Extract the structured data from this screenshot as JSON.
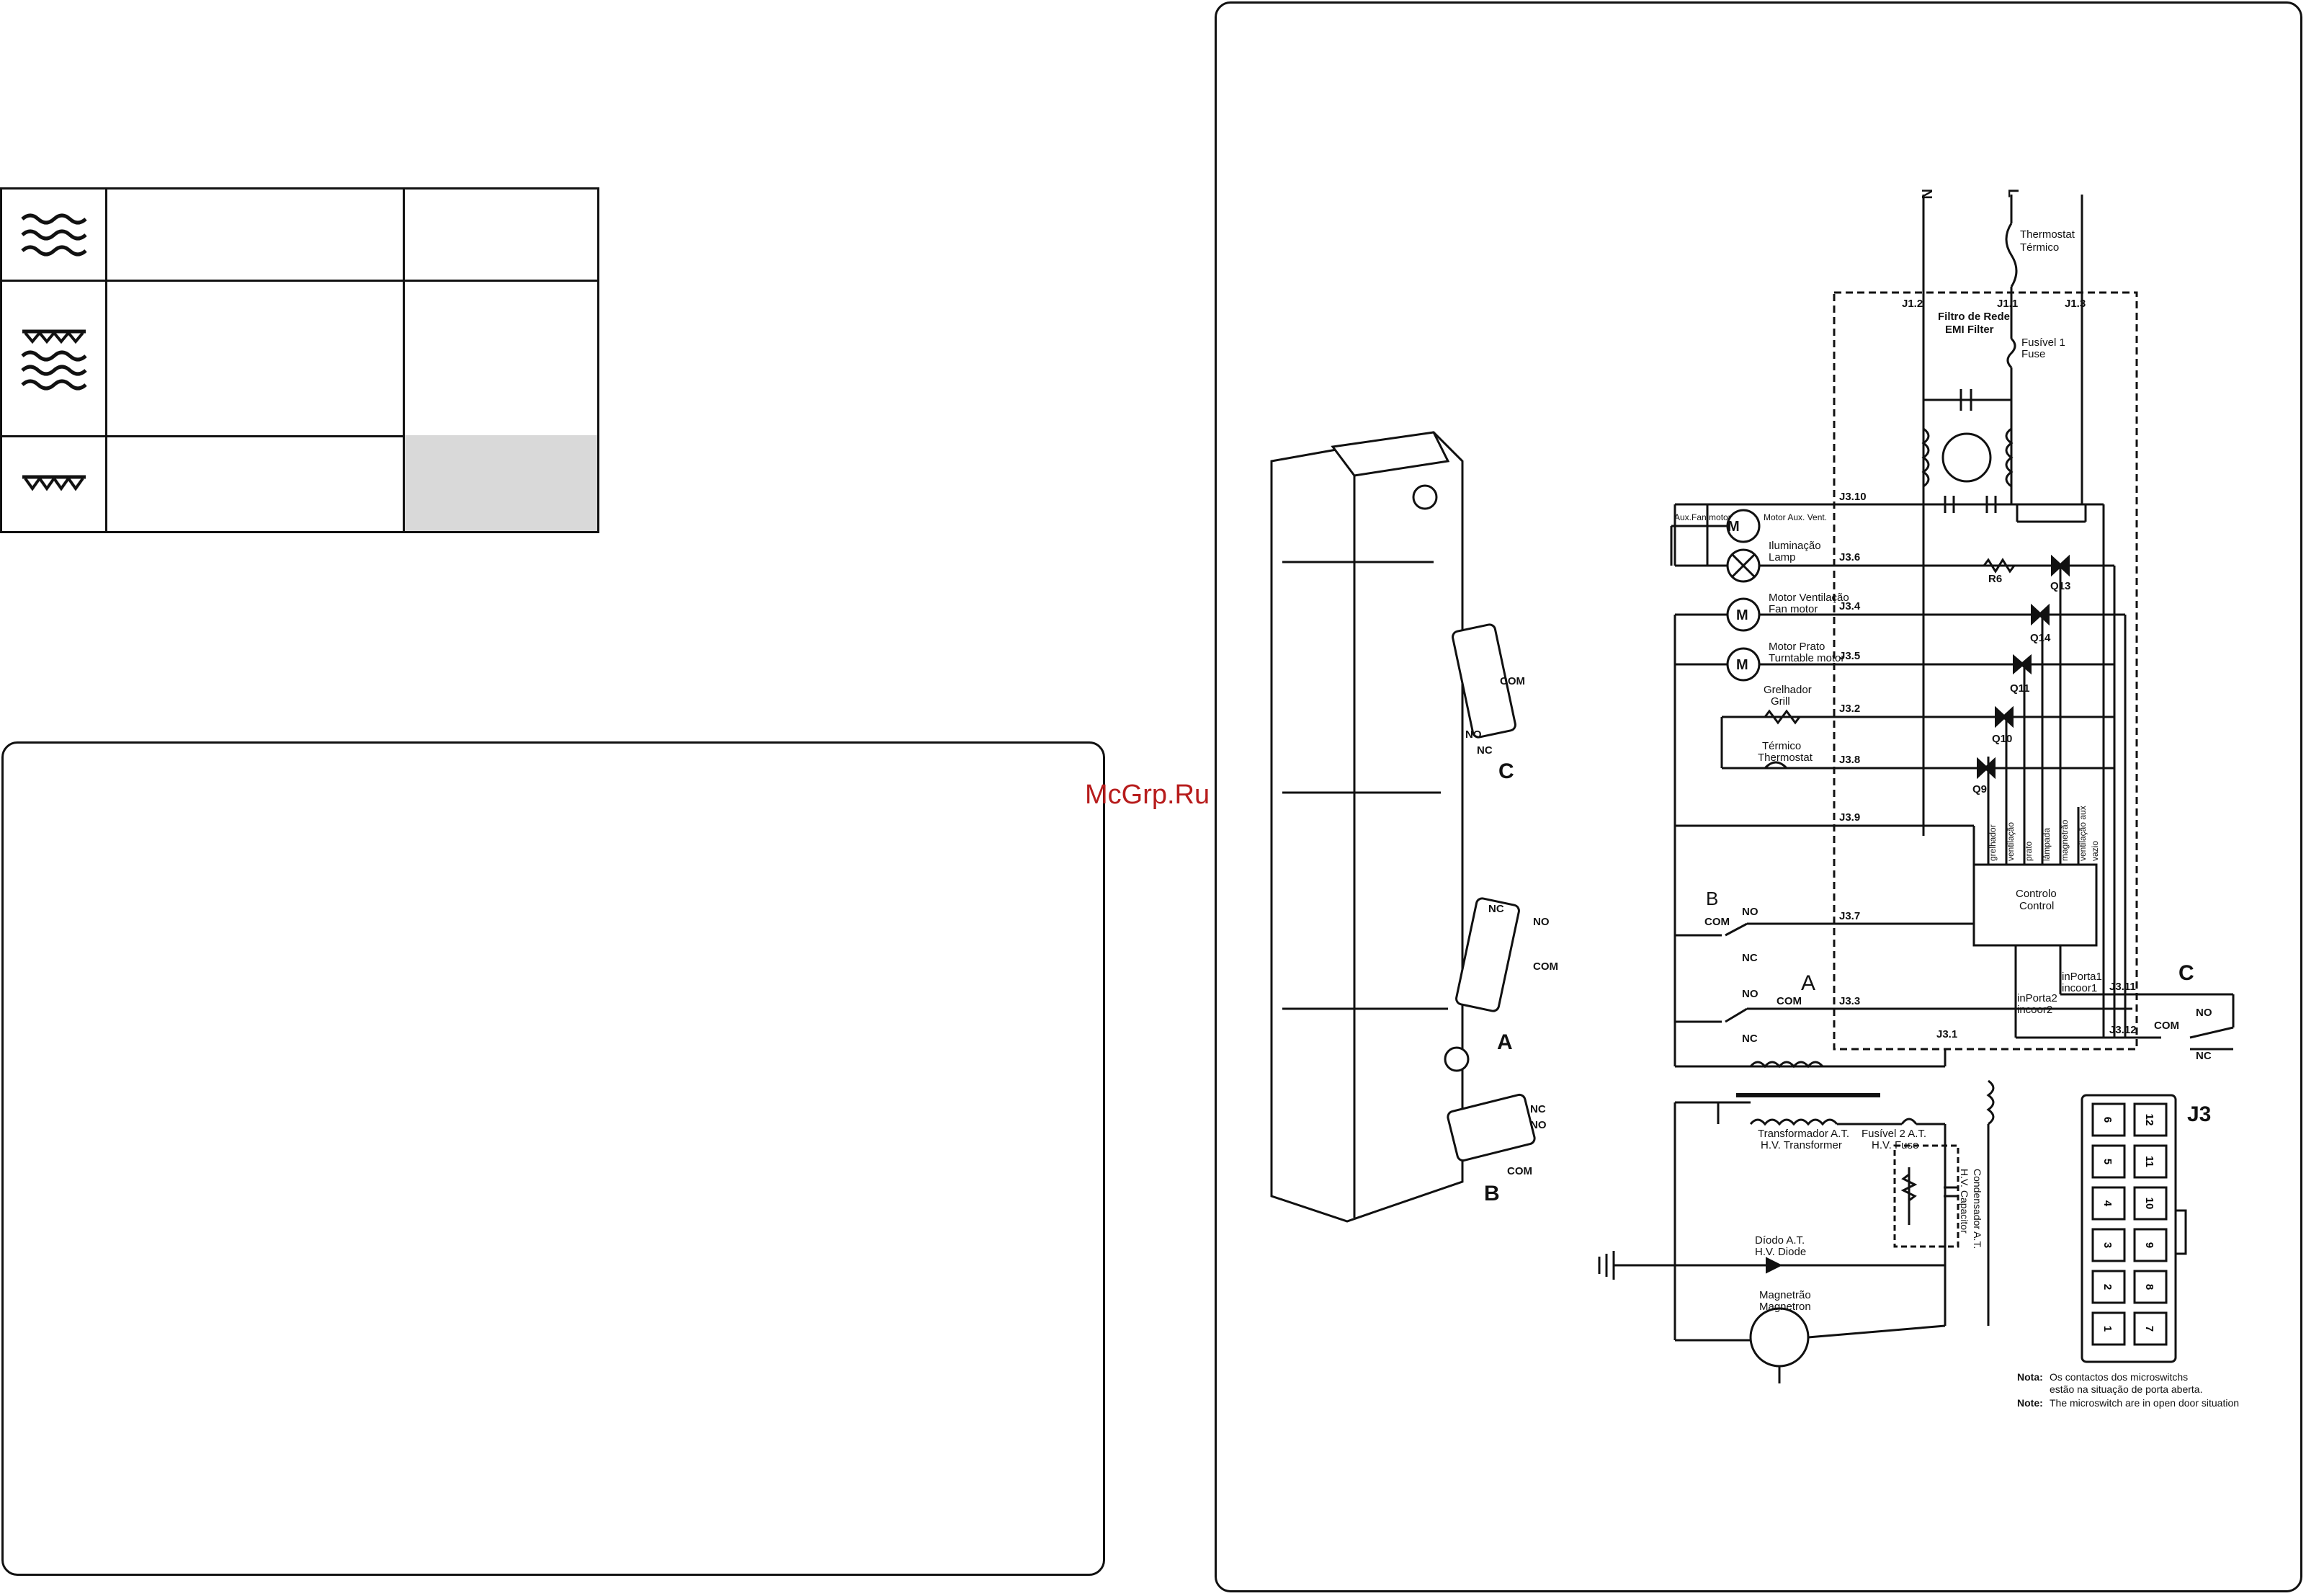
{
  "watermark": "McGrp.Ru",
  "mode_table": {
    "rows": [
      {
        "icon": "microwave-waves-icon"
      },
      {
        "icon": "microwave-grill-combined-icon"
      },
      {
        "icon": "grill-icon"
      }
    ]
  },
  "colors": {
    "line": "#111111",
    "shaded_cell": "#d9d9d9",
    "watermark": "#b71c1c"
  },
  "diagram": {
    "mains": {
      "neutral": "N",
      "live": "L"
    },
    "thermostat": [
      "Thermostat",
      "Térmico"
    ],
    "emi_filter": [
      "Filtro de Rede",
      "EMI Filter"
    ],
    "fuse1": [
      "Fusível 1",
      "Fuse"
    ],
    "connectors": [
      "J1.2",
      "J1.1",
      "J1.3",
      "J3.10",
      "J3.6",
      "J3.4",
      "J3.5",
      "J3.2",
      "J3.8",
      "J3.9",
      "J3.7",
      "J3.11",
      "J3.3",
      "J3.12",
      "J3.1"
    ],
    "loads": {
      "aux_fan": [
        "Aux.Fan motor",
        "Motor Aux. Vent."
      ],
      "lamp": [
        "Iluminação",
        "Lamp"
      ],
      "fan_motor": [
        "Motor Ventilação",
        "Fan motor"
      ],
      "turntable": [
        "Motor Prato",
        "Turntable motor"
      ],
      "grill": [
        "Grelhador",
        "Grill"
      ],
      "grill_thermostat": [
        "Térmico",
        "Thermostat"
      ]
    },
    "motor_symbol": "M",
    "resistor": "R6",
    "triacs": [
      "Q13",
      "Q14",
      "Q11",
      "Q10",
      "Q9"
    ],
    "control": [
      "Controlo",
      "Control"
    ],
    "control_lines": [
      "grelhador",
      "ventilação",
      "prato",
      "lâmpada",
      "magnetrão",
      "ventilação aux",
      "vazio"
    ],
    "door_inputs": [
      "inPorta1",
      "incoor1",
      "inPorta2",
      "incoor2"
    ],
    "switch_labels": {
      "no": "NO",
      "nc": "NC",
      "com": "COM",
      "a": "A",
      "b": "B",
      "c": "C"
    },
    "hv": {
      "transformer": [
        "Transformador A.T.",
        "H.V. Transformer"
      ],
      "fuse2": [
        "Fusível 2 A.T.",
        "H.V. Fuse"
      ],
      "capacitor": [
        "Condensador A.T.",
        "H.V. Capacitor"
      ],
      "diode": [
        "Díodo A.T.",
        "H.V. Diode"
      ],
      "magnetron": [
        "Magnetrão",
        "Magnetron"
      ]
    },
    "j3_title": "J3",
    "j3_pins": [
      [
        "6",
        "12"
      ],
      [
        "5",
        "11"
      ],
      [
        "4",
        "10"
      ],
      [
        "3",
        "9"
      ],
      [
        "2",
        "8"
      ],
      [
        "1",
        "7"
      ]
    ],
    "notes": {
      "label": "Nota:",
      "pt_1": "Os contactos dos microswitchs",
      "pt_2": "estão na situação de porta aberta.",
      "label_en": "Note:",
      "en": "The microswitch are in open door situation"
    }
  }
}
